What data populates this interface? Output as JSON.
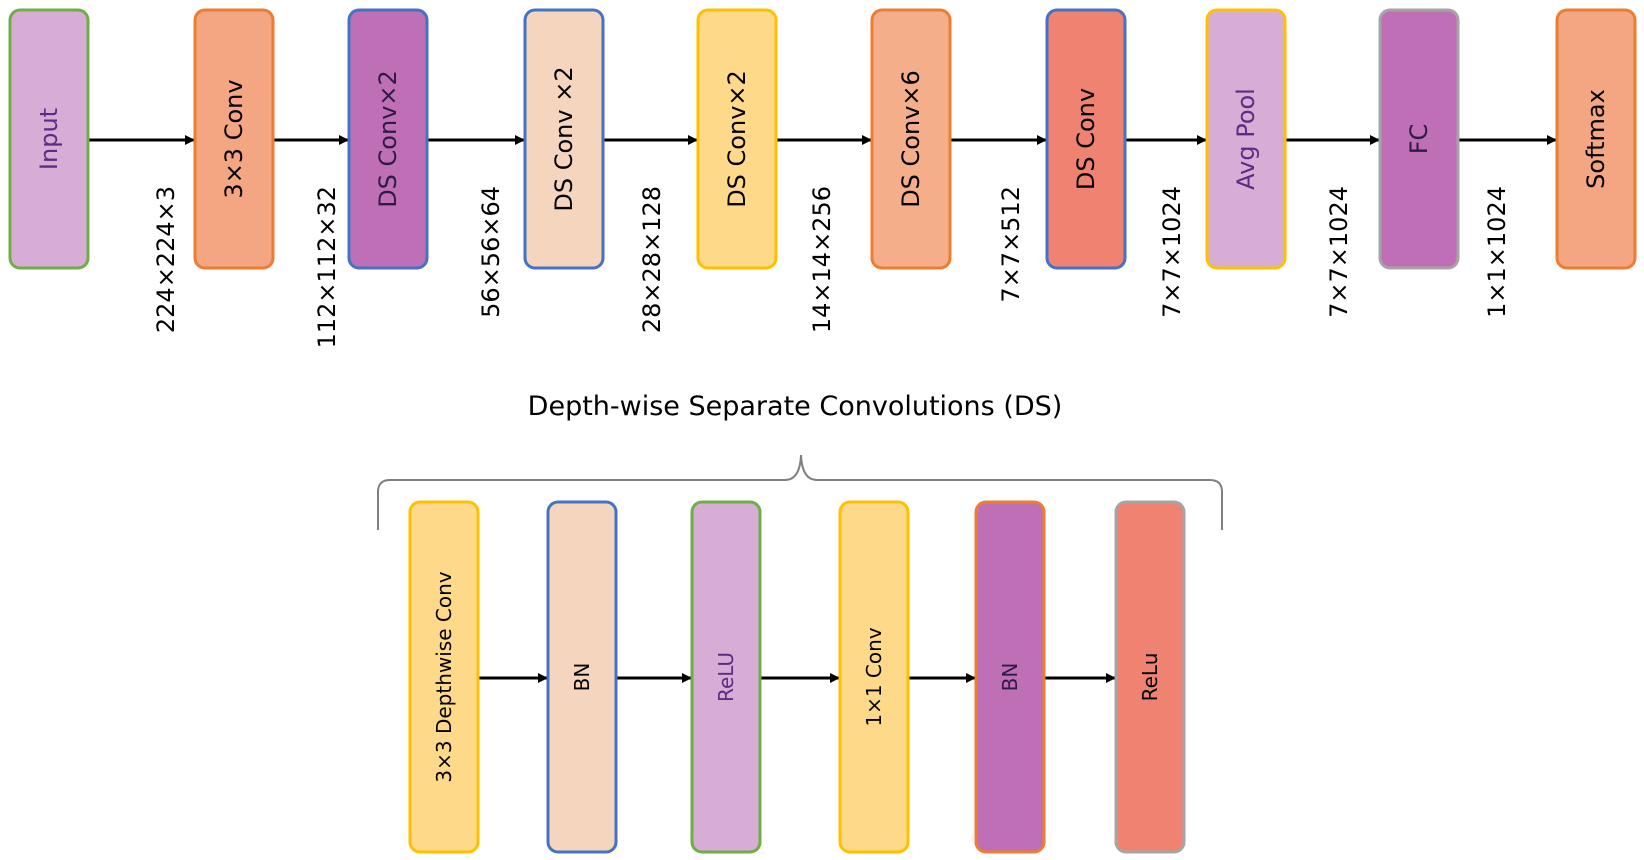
{
  "top_row": {
    "blocks": [
      {
        "label": "Input",
        "fill": "#D8ADD5",
        "border": "#70AD47",
        "text": "#5B2C83"
      },
      {
        "label": "3×3 Conv",
        "fill": "#F4A582",
        "border": "#ED7D31",
        "text": "#000000"
      },
      {
        "label": "DS Conv×2",
        "fill": "#BE6FB5",
        "border": "#4472C4",
        "text": "#2E1A47"
      },
      {
        "label": "DS Conv ×2",
        "fill": "#F6D5BF",
        "border": "#4472C4",
        "text": "#000000"
      },
      {
        "label": "DS Conv×2",
        "fill": "#FFD98A",
        "border": "#FFC000",
        "text": "#000000"
      },
      {
        "label": "DS Conv×6",
        "fill": "#F4AE8A",
        "border": "#ED7D31",
        "text": "#000000"
      },
      {
        "label": "DS Conv",
        "fill": "#F08272",
        "border": "#4472C4",
        "text": "#000000"
      },
      {
        "label": "Avg Pool",
        "fill": "#D8ADD5",
        "border": "#FFC000",
        "text": "#5B2C83"
      },
      {
        "label": "FC",
        "fill": "#BE6FB5",
        "border": "#A5A5A5",
        "text": "#2E1A47"
      },
      {
        "label": "Softmax",
        "fill": "#F4A582",
        "border": "#ED7D31",
        "text": "#000000"
      }
    ],
    "dimensions": [
      "224×224×3",
      "112×112×32",
      "56×56×64",
      "28×28×128",
      "14×14×256",
      "7×7×512",
      "7×7×1024",
      "7×7×1024",
      "1×1×1024"
    ]
  },
  "ds_heading": "Depth-wise Separate Convolutions (DS)",
  "bottom_row": {
    "blocks": [
      {
        "label": "3×3 Depthwise Conv",
        "fill": "#FFD98A",
        "border": "#FFC000",
        "text": "#000000"
      },
      {
        "label": "BN",
        "fill": "#F6D5BF",
        "border": "#4472C4",
        "text": "#000000"
      },
      {
        "label": "ReLU",
        "fill": "#D8ADD5",
        "border": "#70AD47",
        "text": "#5B2C83"
      },
      {
        "label": "1×1 Conv",
        "fill": "#FFD98A",
        "border": "#FFC000",
        "text": "#000000"
      },
      {
        "label": "BN",
        "fill": "#BE6FB5",
        "border": "#ED7D31",
        "text": "#2E1A47"
      },
      {
        "label": "ReLu",
        "fill": "#F08272",
        "border": "#A5A5A5",
        "text": "#000000"
      }
    ]
  }
}
